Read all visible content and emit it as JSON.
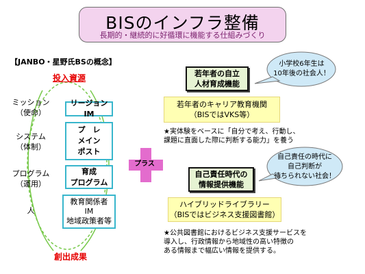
{
  "title": {
    "main": "BISのインフラ整備",
    "subtitle": "長期的・継続的に好循環に機能する仕組みづくり"
  },
  "concept_heading": "【JANBO・星野氏BSの概念】",
  "input_label": "投入資源",
  "output_label": "創出成果",
  "rows": [
    {
      "label": [
        "ミッション",
        "（使命）"
      ],
      "box": [
        "リージョンIM"
      ]
    },
    {
      "label": [
        "システム",
        "（体制）"
      ],
      "box": [
        "プ　レ",
        "メイン",
        "ポスト"
      ]
    },
    {
      "label": [
        "プログラム",
        "（運用）"
      ],
      "box": [
        "育成",
        "プログラム"
      ]
    },
    {
      "label": [
        "人"
      ],
      "box": [
        "教育関係者",
        "IM",
        "地域政策者等"
      ]
    }
  ],
  "plus_label": "プラス",
  "section1": {
    "heading": [
      "若年者の自立",
      "人材育成機能"
    ],
    "bubble": [
      "小学校6年生は",
      "10年後の社会人！"
    ],
    "box": [
      "若年者のキャリア教育機関",
      "（BISではVKS等）"
    ],
    "note": [
      "★実体験をベースに「自分で考え、行動し、",
      "課題に直面した際に判断する能力」を養う"
    ]
  },
  "section2": {
    "heading": [
      "自己責任時代の",
      "情報提供機能"
    ],
    "bubble": [
      "自己責任の時代に",
      "自己判断が",
      "待ちられない社会！"
    ],
    "box": [
      "ハイブリッドライブラリー",
      "（BISではビジネス支援図書館）"
    ],
    "note": [
      "★公共図書館におけるビジネス支援サービスを",
      "導入し、行政情報から地域性の高い特徴の",
      "ある情報まで幅広い情報を提供する。"
    ]
  },
  "colors": {
    "title_bg": "#f3d3ee",
    "input_label": "#e60000",
    "ellipse": "#77c94a",
    "box_border": "#38b6cc",
    "plus": "#e36ccd",
    "heading_bg": "#e6f3d3",
    "yellow_box": "#ffffb3",
    "bubble": "#cfe9f7"
  }
}
